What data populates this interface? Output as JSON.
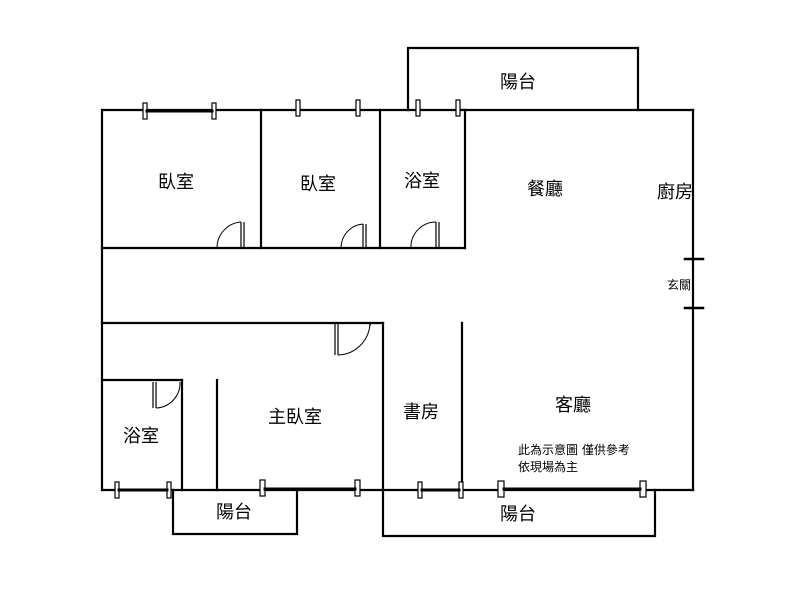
{
  "rooms": {
    "bedroom_1": "臥室",
    "bedroom_2": "臥室",
    "bathroom_top": "浴室",
    "dining": "餐廳",
    "kitchen": "廚房",
    "entrance": "玄關",
    "master_bedroom": "主臥室",
    "bathroom_bottom": "浴室",
    "study": "書房",
    "living": "客廳",
    "balcony_top": "陽台",
    "balcony_bottom_left": "陽台",
    "balcony_bottom_right": "陽台"
  },
  "notes": {
    "line1": "此為示意圖 僅供參考",
    "line2": "依現場為主"
  }
}
